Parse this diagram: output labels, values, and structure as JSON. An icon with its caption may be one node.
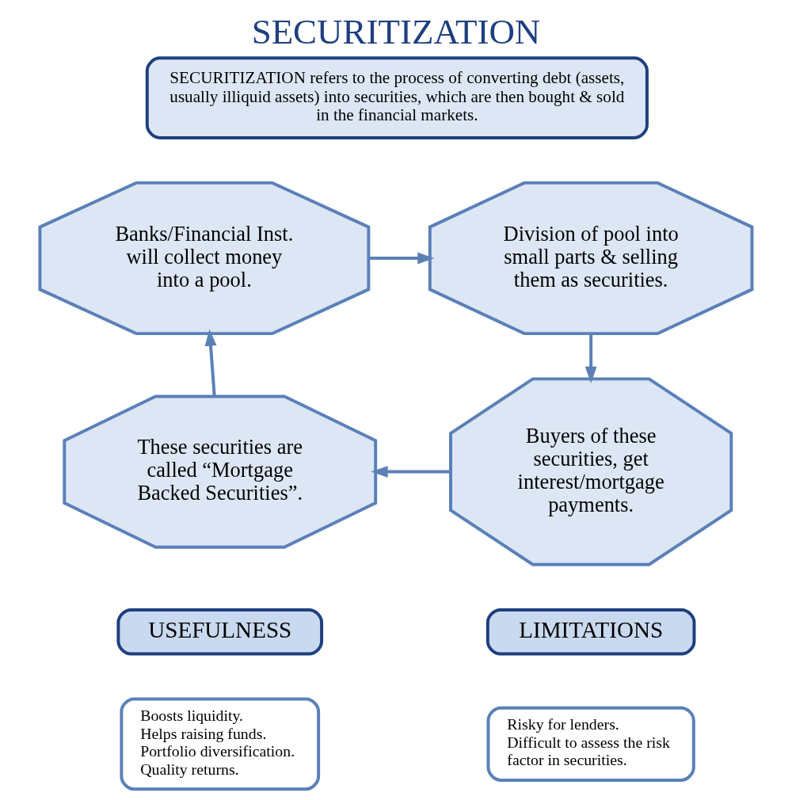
{
  "diagram": {
    "title": "SECURITIZATION",
    "nodes": [
      {
        "text": [
          "SECURITIZATION refers to the process of converting debt (assets, usually illiquid assets) into securities, which are then bought & sold in the financial markets."
        ]
      },
      {
        "text": [
          "Banks/Financial Inst. will collect money into a pool."
        ]
      },
      {
        "text": [
          "Division of pool into small parts & selling them as securities."
        ]
      },
      {
        "text": [
          "Buyers of these securities, get interest/mortgage payments."
        ]
      },
      {
        "text": [
          "These securities are called “Mortgage Backed Securities”."
        ]
      },
      {
        "text": [
          "USEFULNESS"
        ]
      },
      {
        "text": [
          "Boosts liquidity.",
          "Helps raising funds.",
          "Portfolio diversification.",
          "Quality returns."
        ]
      },
      {
        "text": [
          "LIMITATIONS"
        ]
      },
      {
        "text": [
          "Risky for lenders.",
          "Difficult to assess the risk factor in securities."
        ]
      }
    ],
    "edges": [
      {
        "from": 1,
        "to": 2,
        "arrow": "to"
      },
      {
        "from": 2,
        "to": 3,
        "arrow": "to"
      },
      {
        "from": 3,
        "to": 4,
        "arrow": "to"
      },
      {
        "from": 4,
        "to": 1,
        "arrow": "to"
      }
    ]
  }
}
